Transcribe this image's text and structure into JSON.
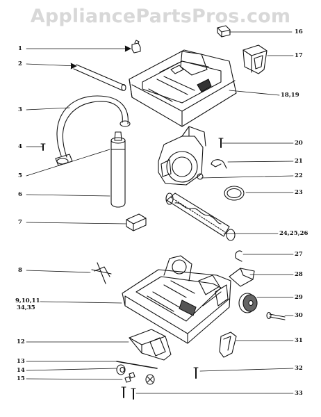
{
  "watermark": "AppliancePartsPros.com",
  "callouts_left": [
    {
      "id": "c1",
      "text": "1"
    },
    {
      "id": "c2",
      "text": "2"
    },
    {
      "id": "c3",
      "text": "3"
    },
    {
      "id": "c4",
      "text": "4"
    },
    {
      "id": "c5",
      "text": "5"
    },
    {
      "id": "c6",
      "text": "6"
    },
    {
      "id": "c7",
      "text": "7"
    },
    {
      "id": "c8",
      "text": "8"
    },
    {
      "id": "c9a",
      "text": "9,10,11"
    },
    {
      "id": "c9b",
      "text": "34,35"
    },
    {
      "id": "c12",
      "text": "12"
    },
    {
      "id": "c13",
      "text": "13"
    },
    {
      "id": "c14",
      "text": "14"
    },
    {
      "id": "c15",
      "text": "15"
    }
  ],
  "callouts_right": [
    {
      "id": "c16",
      "text": "16"
    },
    {
      "id": "c17",
      "text": "17"
    },
    {
      "id": "c18",
      "text": "18,19"
    },
    {
      "id": "c20",
      "text": "20"
    },
    {
      "id": "c21",
      "text": "21"
    },
    {
      "id": "c22",
      "text": "22"
    },
    {
      "id": "c23",
      "text": "23"
    },
    {
      "id": "c24",
      "text": "24,25,26"
    },
    {
      "id": "c27",
      "text": "27"
    },
    {
      "id": "c28",
      "text": "28"
    },
    {
      "id": "c29",
      "text": "29"
    },
    {
      "id": "c30",
      "text": "30"
    },
    {
      "id": "c31",
      "text": "31"
    },
    {
      "id": "c32",
      "text": "32"
    },
    {
      "id": "c33",
      "text": "33"
    }
  ]
}
